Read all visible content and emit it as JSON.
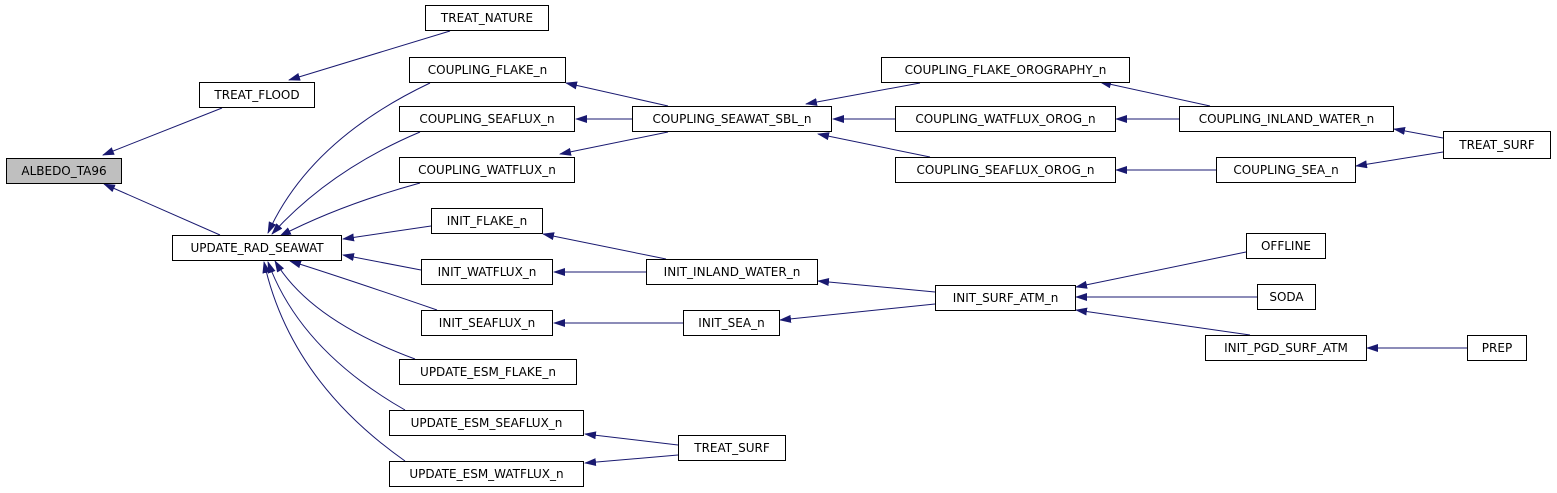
{
  "colors": {
    "edge": "#191970",
    "root_fill": "#bfbfbf",
    "node_fill": "#ffffff",
    "border": "#000000"
  },
  "nodes": {
    "albedo_ta96": "ALBEDO_TA96",
    "treat_flood": "TREAT_FLOOD",
    "treat_nature": "TREAT_NATURE",
    "update_rad_seawat": "UPDATE_RAD_SEAWAT",
    "coupling_flake_n": "COUPLING_FLAKE_n",
    "coupling_seaflux_n": "COUPLING_SEAFLUX_n",
    "coupling_watflux_n": "COUPLING_WATFLUX_n",
    "init_flake_n": "INIT_FLAKE_n",
    "init_watflux_n": "INIT_WATFLUX_n",
    "init_seaflux_n": "INIT_SEAFLUX_n",
    "update_esm_flake_n": "UPDATE_ESM_FLAKE_n",
    "update_esm_seaflux_n": "UPDATE_ESM_SEAFLUX_n",
    "update_esm_watflux_n": "UPDATE_ESM_WATFLUX_n",
    "coupling_seawat_sbl_n": "COUPLING_SEAWAT_SBL_n",
    "init_inland_water_n": "INIT_INLAND_WATER_n",
    "init_sea_n": "INIT_SEA_n",
    "treat_surf_bottom": "TREAT_SURF",
    "coupling_flake_orography_n": "COUPLING_FLAKE_OROGRAPHY_n",
    "coupling_watflux_orog_n": "COUPLING_WATFLUX_OROG_n",
    "coupling_seaflux_orog_n": "COUPLING_SEAFLUX_OROG_n",
    "init_surf_atm_n": "INIT_SURF_ATM_n",
    "coupling_inland_water_n": "COUPLING_INLAND_WATER_n",
    "coupling_sea_n": "COUPLING_SEA_n",
    "offline": "OFFLINE",
    "soda": "SODA",
    "init_pgd_surf_atm": "INIT_PGD_SURF_ATM",
    "prep": "PREP",
    "treat_surf_right": "TREAT_SURF"
  }
}
